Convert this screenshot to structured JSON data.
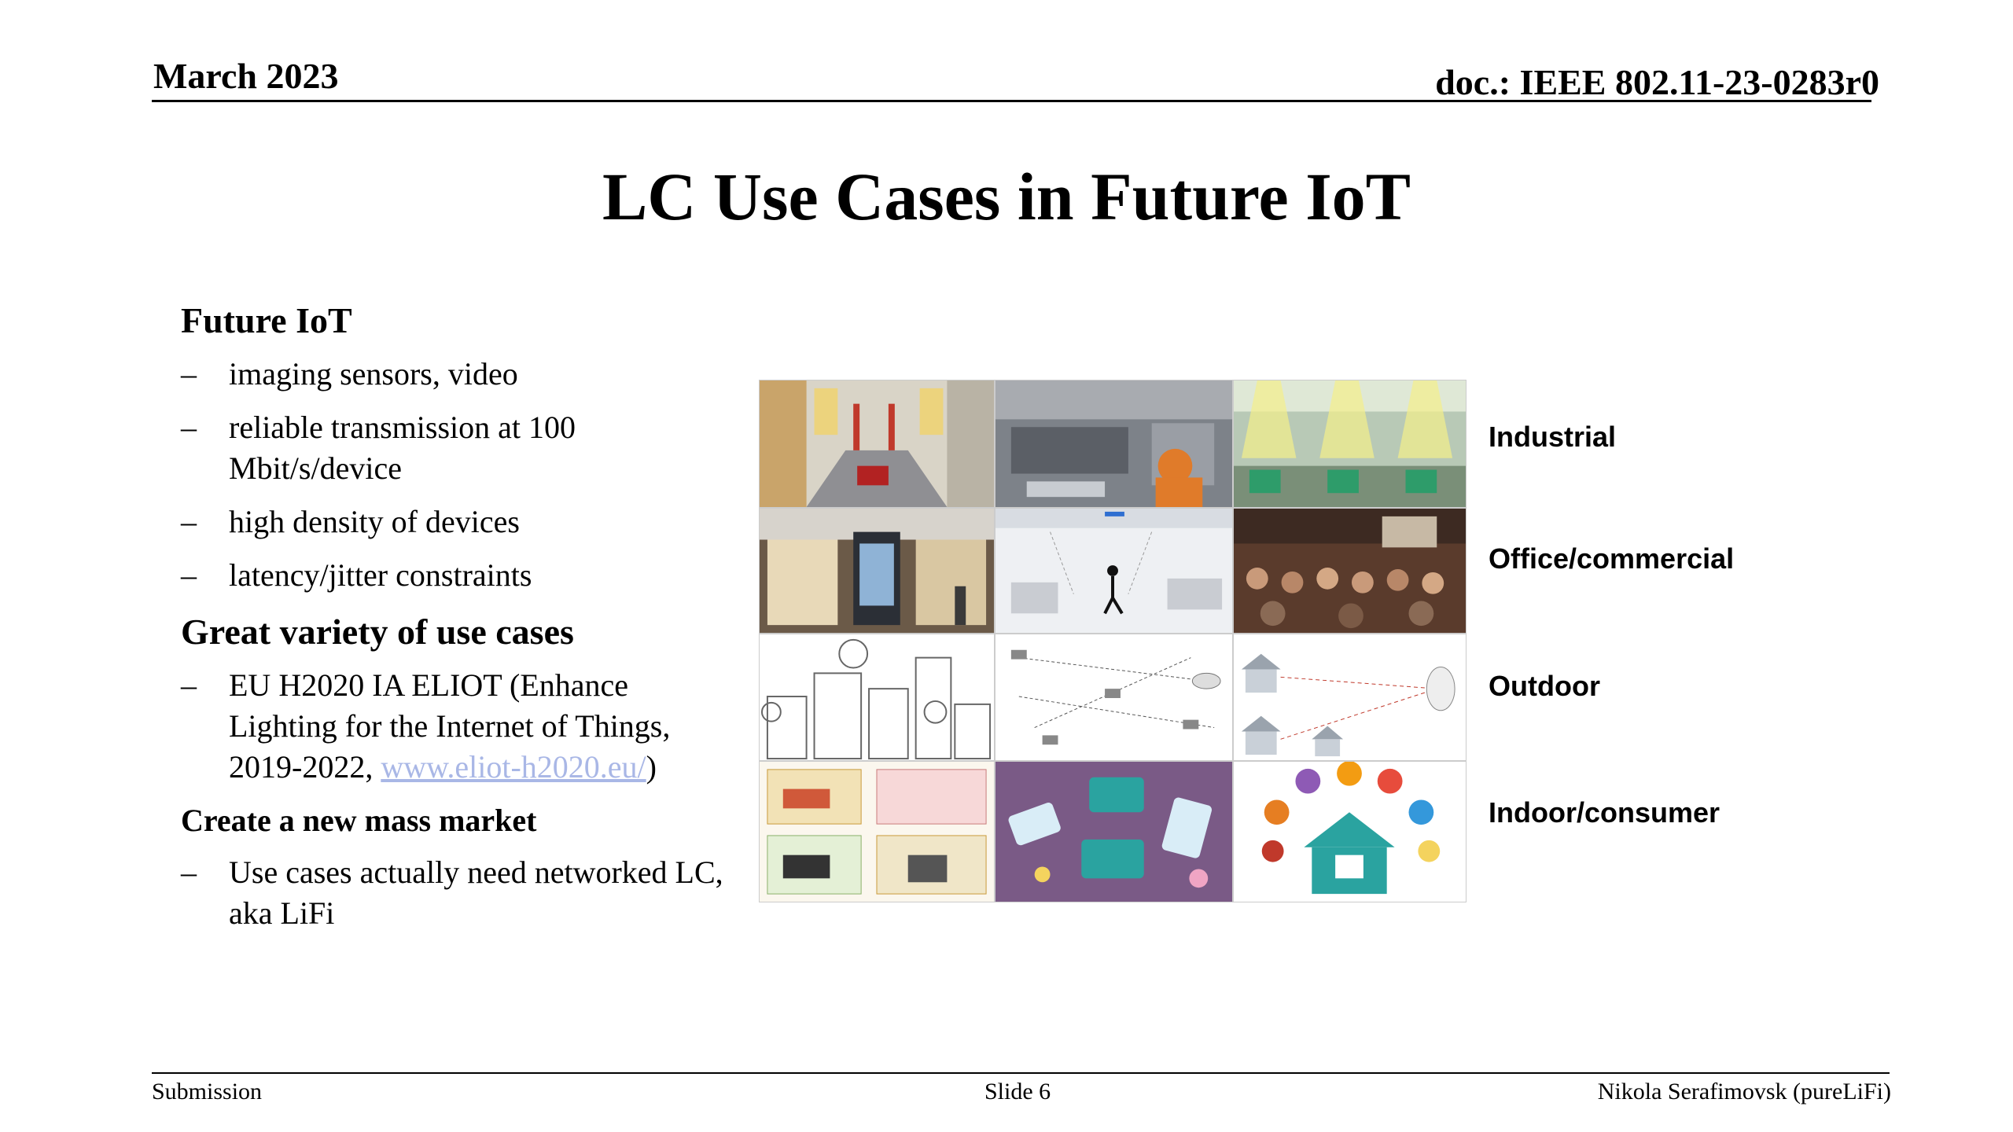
{
  "header": {
    "date": "March 2023",
    "doc": "doc.: IEEE 802.11-23-0283r0"
  },
  "title": "LC Use Cases in Future IoT",
  "section1": {
    "heading": "Future IoT",
    "items": [
      "imaging sensors, video",
      "reliable transmission  at 100 Mbit/s/device",
      "high density of devices",
      "latency/jitter constraints"
    ]
  },
  "section2": {
    "heading": "Great variety of use cases",
    "item_prefix": "EU H2020 IA ELIOT (Enhance Lighting for the Internet of Things, 2019-2022, ",
    "link_text": "www.eliot-h2020.eu/",
    "item_suffix": ")"
  },
  "section3": {
    "heading": "Create a new mass market",
    "items": [
      "Use cases actually need networked LC, aka LiFi"
    ]
  },
  "categories": [
    "Industrial",
    "Office/commercial",
    "Outdoor",
    "Indoor/consumer"
  ],
  "footer": {
    "left": "Submission",
    "center": "Slide 6",
    "right": "Nikola Serafimovsk (pureLiFi)"
  },
  "colors": {
    "link": "#a9b7e6",
    "accent_purple": "#7a5a86",
    "accent_teal": "#2aa3a0"
  }
}
